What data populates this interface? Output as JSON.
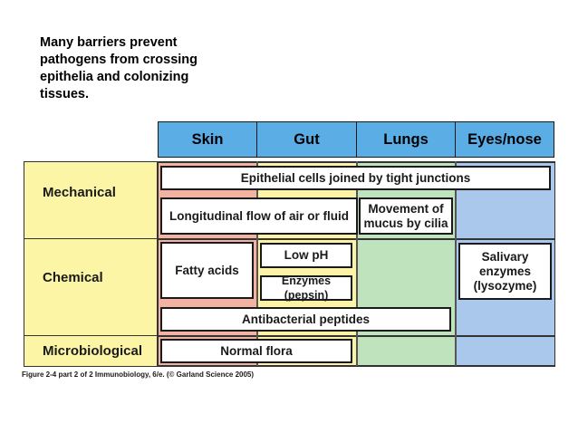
{
  "intro": "Many barriers prevent\npathogens from crossing\nepithelia and colonizing\ntissues.",
  "columns": [
    "Skin",
    "Gut",
    "Lungs",
    "Eyes/nose"
  ],
  "rows": [
    "Mechanical",
    "Chemical",
    "Microbiological"
  ],
  "cells": {
    "tight_junctions": "Epithelial cells joined by tight junctions",
    "air_fluid_flow": "Longitudinal flow of air or fluid",
    "mucus_cilia": "Movement of mucus by cilia",
    "fatty_acids": "Fatty acids",
    "low_ph": "Low pH",
    "pepsin": "Enzymes (pepsin)",
    "salivary": "Salivary enzymes (lysozyme)",
    "antibacterial": "Antibacterial peptides",
    "normal_flora": "Normal flora"
  },
  "caption": "Figure 2-4 part 2 of 2  Immunobiology, 6/e. (© Garland Science 2005)",
  "colors": {
    "header_blue": "#5aaee5",
    "skin": "#f2b3a3",
    "gut": "#fdf3a6",
    "lungs": "#bfe3bc",
    "eyes_nose": "#a9c8ec",
    "row_label": "#fdf5a6"
  }
}
